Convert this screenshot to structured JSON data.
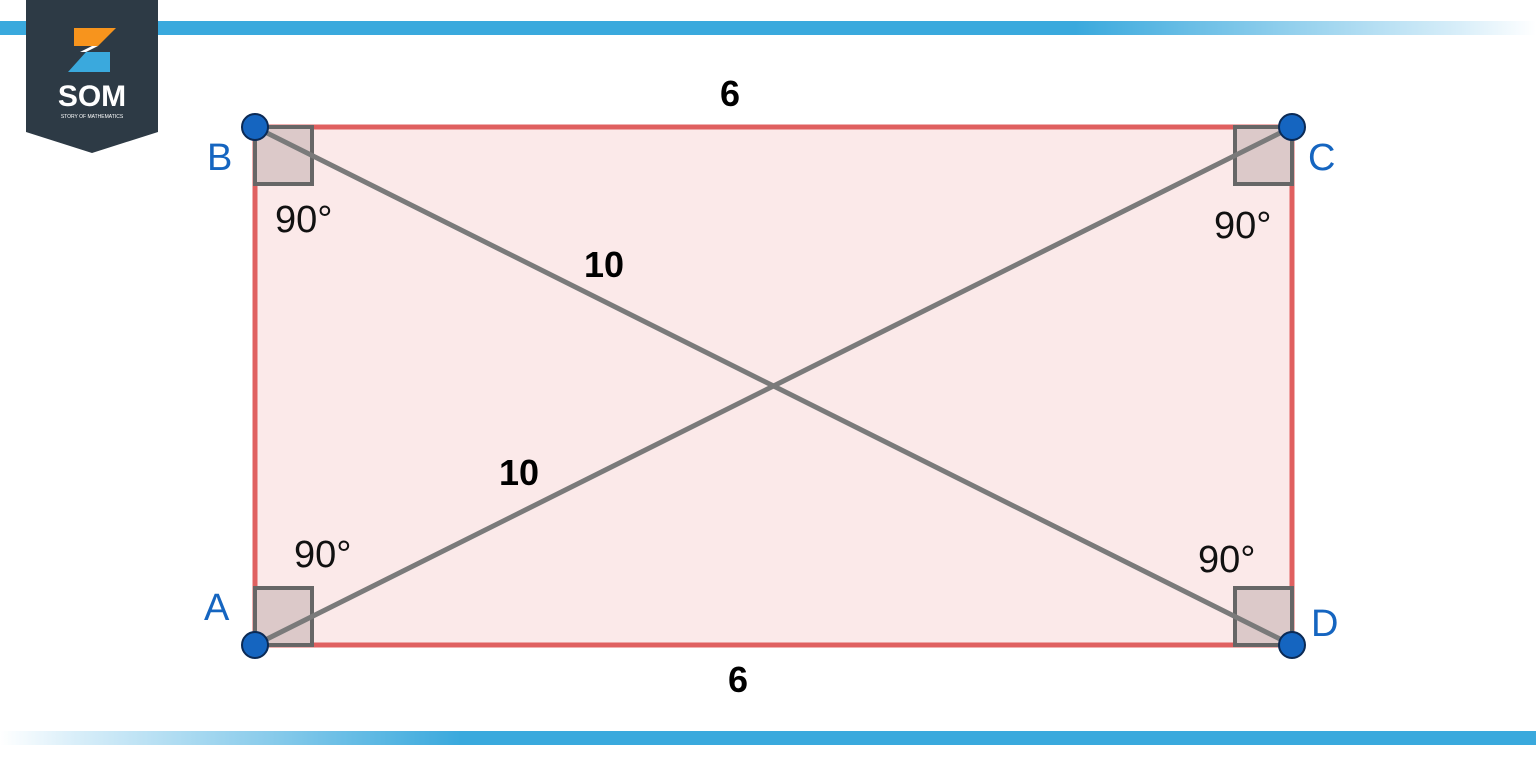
{
  "logo": {
    "name": "SOM",
    "tagline": "STORY OF MATHEMATICS",
    "colors": {
      "badge": "#2d3a45",
      "orange": "#f7941d",
      "blue": "#3aa9dd"
    }
  },
  "diagram": {
    "vertices": {
      "a": "A",
      "b": "B",
      "c": "C",
      "d": "D"
    },
    "sides": {
      "top": "6",
      "bottom": "6"
    },
    "diagonals": {
      "bd": "10",
      "ac": "10"
    },
    "angles": {
      "a": "90°",
      "b": "90°",
      "c": "90°",
      "d": "90°"
    },
    "colors": {
      "rect_fill": "#fbe9e9",
      "rect_stroke": "#e06060",
      "diagonal": "#7a7a7a",
      "vertex_point": "#1565c0",
      "vertex_label": "#1565c0",
      "right_angle_marker": "#666666"
    }
  }
}
